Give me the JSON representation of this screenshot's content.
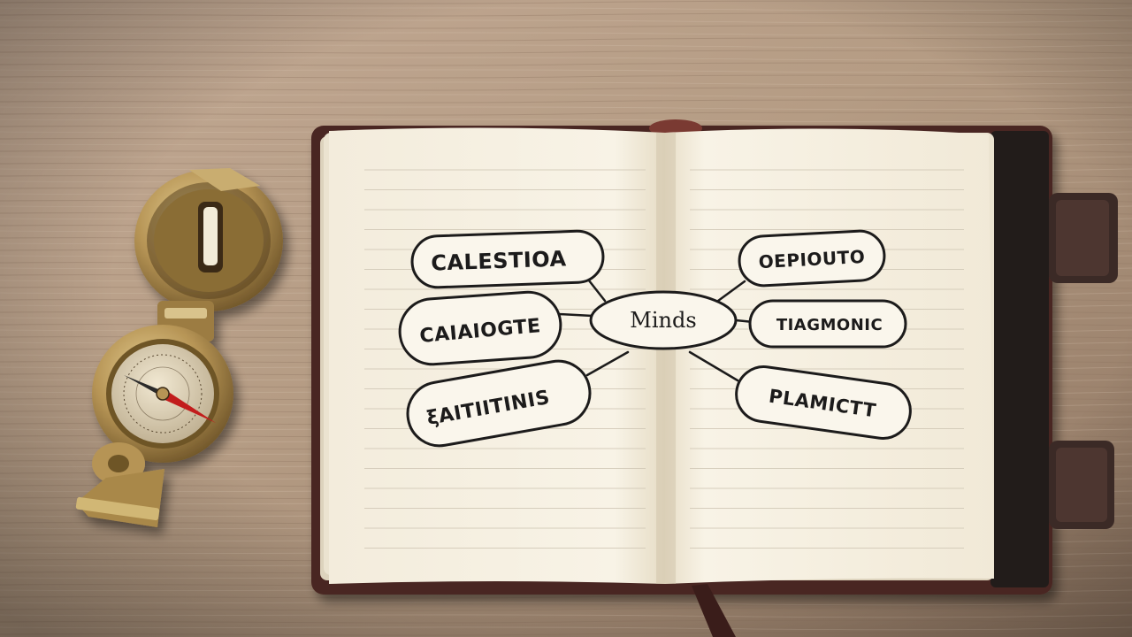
{
  "mind_map": {
    "center": "Minds",
    "left_nodes": [
      "CALESTIOA",
      "CAIAIOGTE",
      "ξAITIITINIS"
    ],
    "right_nodes": [
      "OEPIOUTO",
      "TIAGMONIC",
      "PLAMICTT"
    ]
  },
  "colors": {
    "wood": "#b69d86",
    "paper": "#f6f0e2",
    "ink": "#1c1b1b",
    "leather_cover": "#4a2520",
    "leather_strap": "#3b2a26",
    "brass": "#b69455"
  }
}
